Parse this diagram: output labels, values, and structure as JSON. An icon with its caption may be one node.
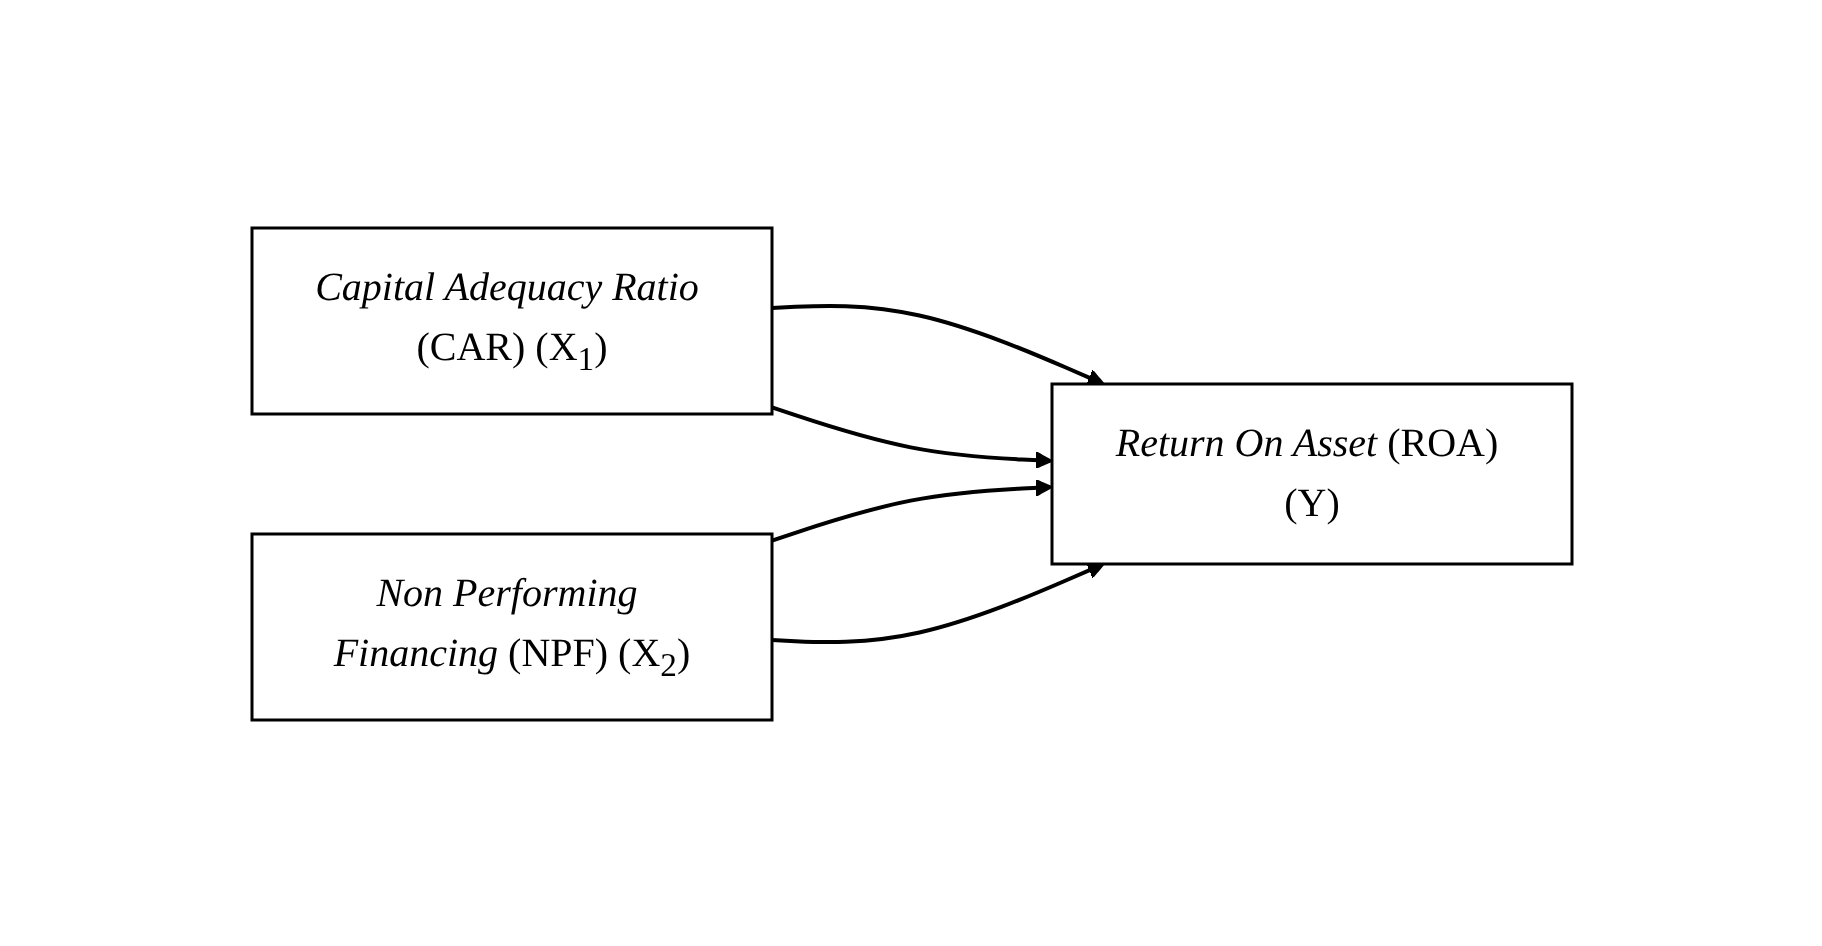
{
  "diagram": {
    "nodes": [
      {
        "text": [
          "*Capital Adequacy Ratio* (CAR) (X$_{1}$)"
        ]
      },
      {
        "text": [
          "*Non Performing Financing* (NPF) (X$_{2}$)"
        ]
      },
      {
        "text": [
          "*Return On Asset* (ROA) (Y)"
        ]
      }
    ],
    "edges": [
      {
        "from": 0,
        "to": 2,
        "arrow": "to"
      },
      {
        "from": 1,
        "to": 2,
        "arrow": "to"
      },
      {
        "from": 0,
        "to": 2,
        "arrow": "to"
      },
      {
        "from": 1,
        "to": 2,
        "arrow": "to"
      }
    ]
  }
}
